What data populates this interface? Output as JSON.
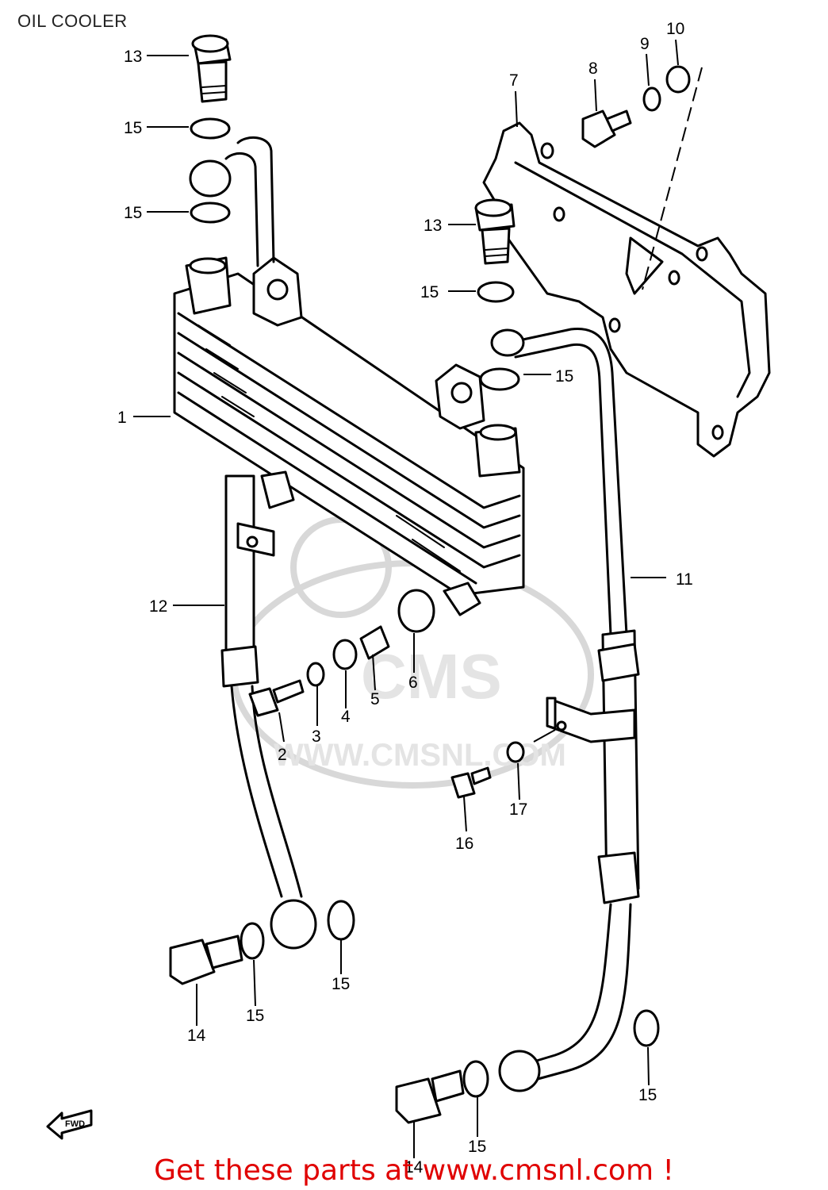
{
  "title": "OIL COOLER",
  "promo": "Get these parts at www.cmsnl.com !",
  "watermark": {
    "brand": "CMS",
    "url": "WWW.CMSNL.COM"
  },
  "fwd_label": "FWD",
  "colors": {
    "promo": "#e00000",
    "ink": "#000000",
    "watermark": "#d8d8d8"
  },
  "callouts": [
    "13",
    "15",
    "15",
    "7",
    "8",
    "9",
    "10",
    "13",
    "15",
    "15",
    "1",
    "11",
    "12",
    "2",
    "3",
    "4",
    "5",
    "6",
    "17",
    "16",
    "14",
    "15",
    "15",
    "14",
    "15",
    "15"
  ]
}
